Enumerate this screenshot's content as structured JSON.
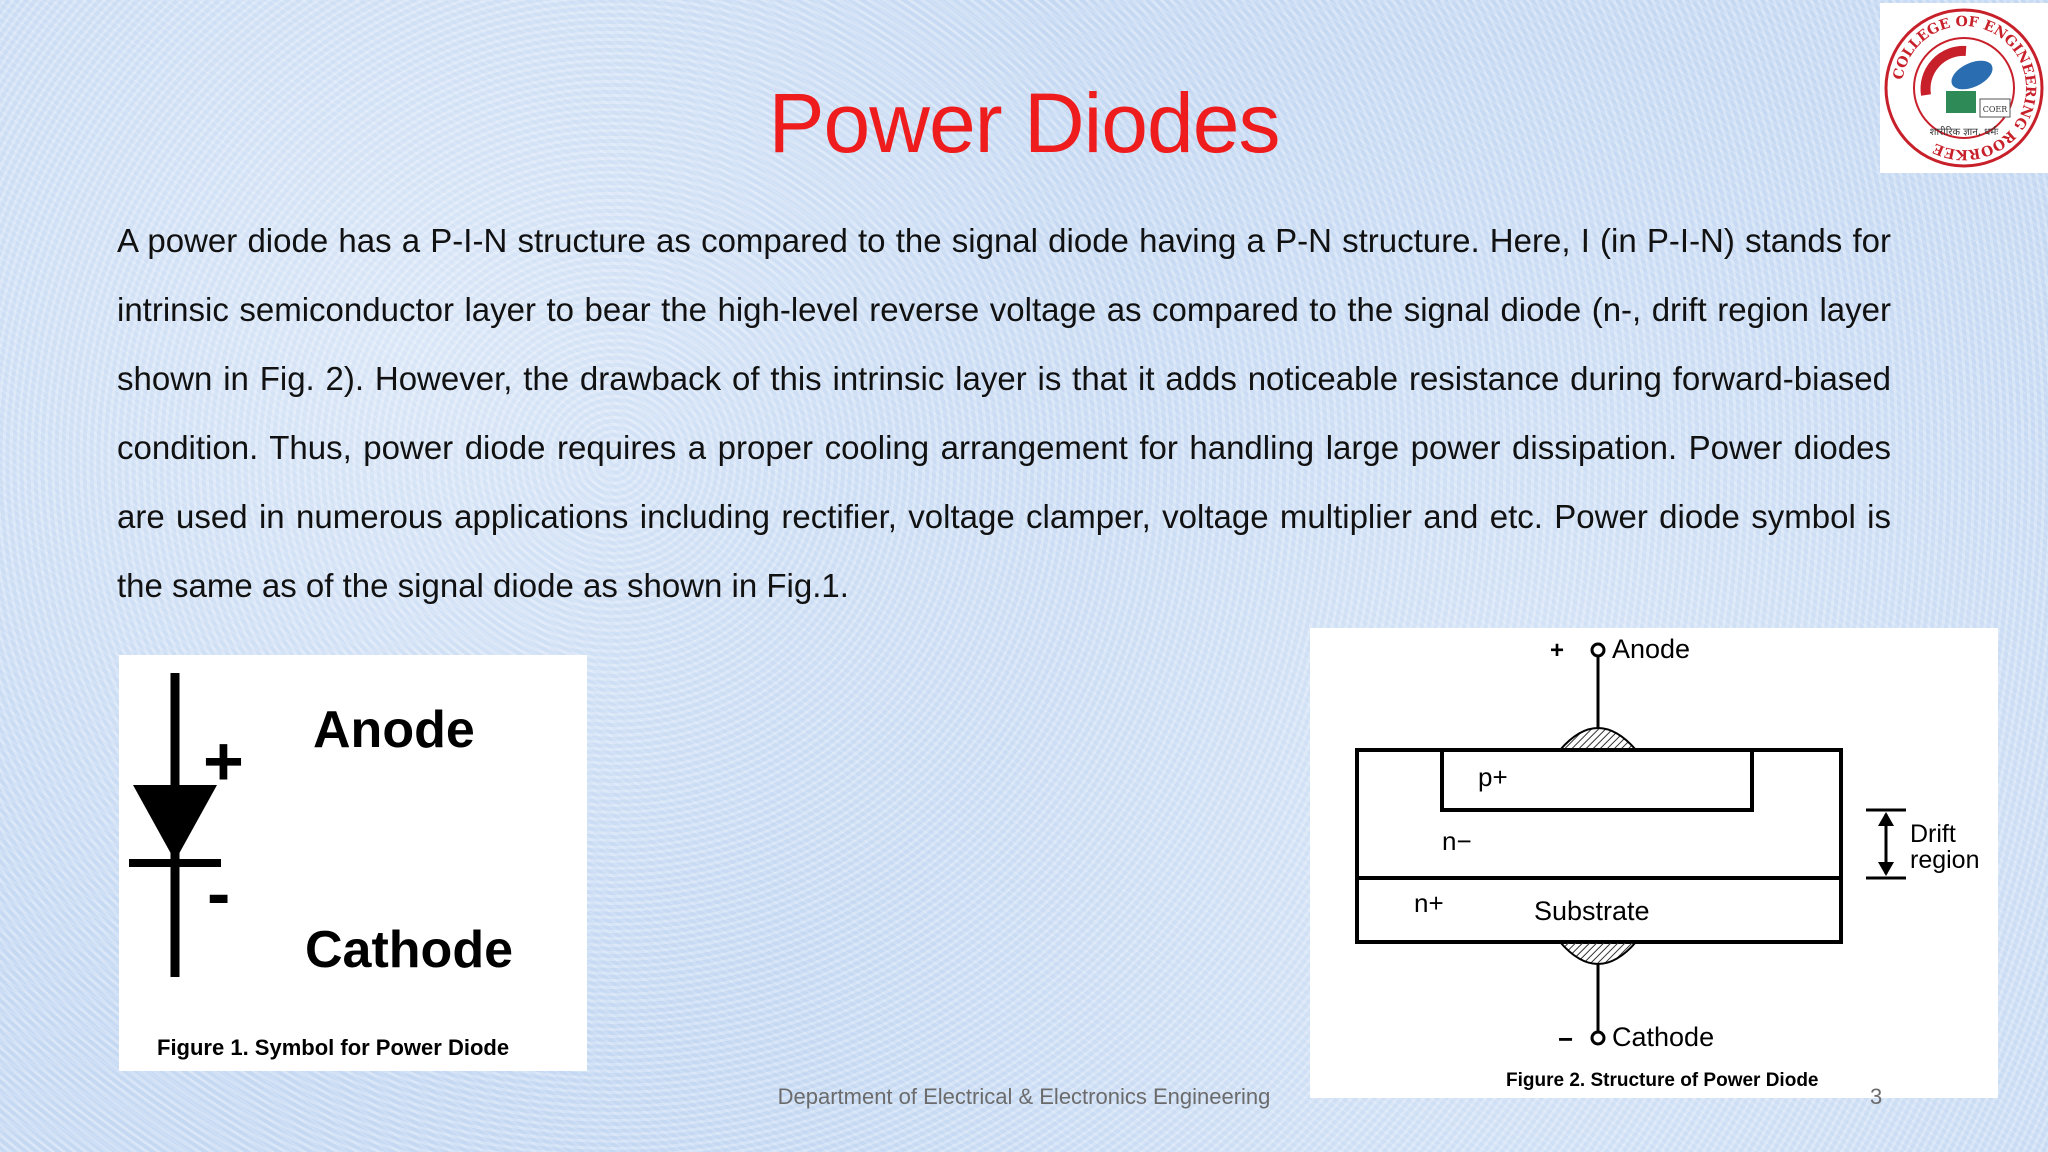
{
  "slide": {
    "title": "Power Diodes",
    "paragraph": "A power diode has a P-I-N structure as compared to the signal diode having a P-N structure. Here, I (in P-I-N) stands for intrinsic semiconductor layer to bear the high-level reverse voltage as compared to the signal diode (n-, drift region layer shown in Fig. 2). However, the drawback of this intrinsic layer is that it adds noticeable resistance during forward-biased condition. Thus, power diode requires a proper cooling arrangement for handling large power dissipation.  Power diodes are used in numerous applications including rectifier, voltage clamper, voltage multiplier and etc. Power diode symbol is the same as of the signal diode as shown in Fig.1.",
    "footer": "Department of Electrical & Electronics Engineering",
    "page_number": "3"
  },
  "logo": {
    "ring_text": "COLLEGE OF ENGINEERING ROORKEE",
    "center_text": "COER",
    "motto": "शारीरिक ज्ञान, धर्मः"
  },
  "figure1": {
    "anode_label": "Anode",
    "plus_sign": "+",
    "minus_sign": "-",
    "cathode_label": "Cathode",
    "caption": "Figure 1. Symbol for Power Diode"
  },
  "figure2": {
    "plus_sign": "+",
    "anode_label": "Anode",
    "p_plus_label": "p+",
    "n_minus_label": "n−",
    "n_plus_label": "n+",
    "substrate_label": "Substrate",
    "drift_label_1": "Drift",
    "drift_label_2": "region",
    "minus_sign": "−",
    "cathode_label": "Cathode",
    "caption": "Figure 2. Structure of Power Diode"
  },
  "colors": {
    "title": "#ee1c1c",
    "background": "#cfe0f6",
    "logo_red": "#c8202a"
  }
}
